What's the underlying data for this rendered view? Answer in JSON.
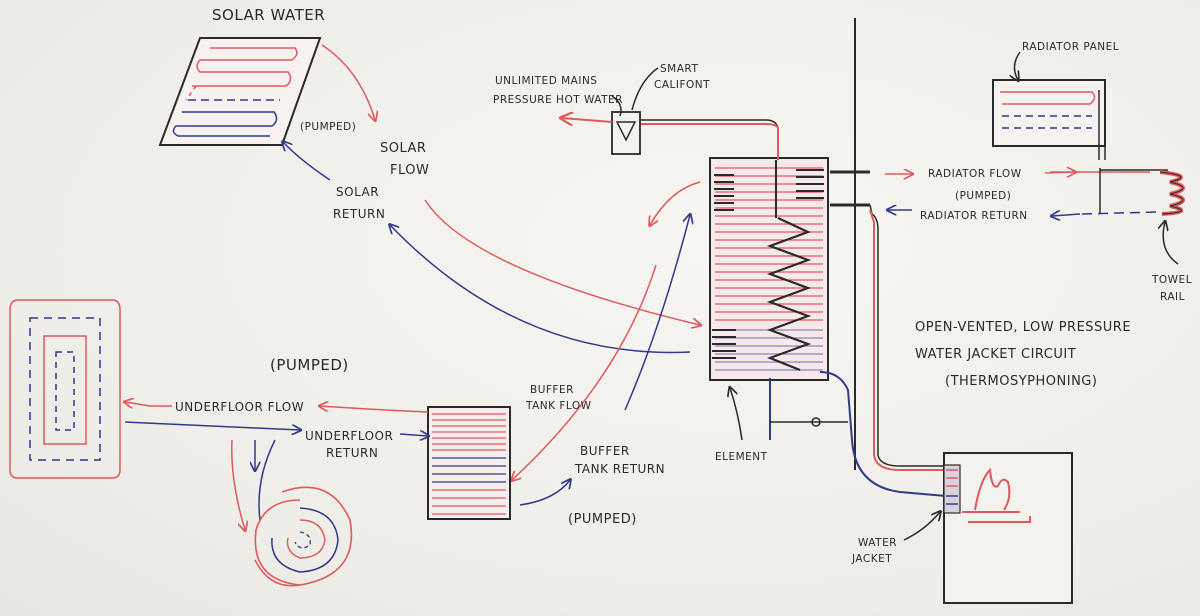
{
  "labels": {
    "solar_water": "SOLAR WATER",
    "pumped_solar": "(PUMPED)",
    "solar_flow_1": "SOLAR",
    "solar_flow_2": "FLOW",
    "solar_return_1": "SOLAR",
    "solar_return_2": "RETURN",
    "unlimited_mains_1": "UNLIMITED MAINS",
    "unlimited_mains_2": "PRESSURE HOT WATER",
    "smart_califont_1": "SMART",
    "smart_califont_2": "CALIFONT",
    "radiator_panel": "RADIATOR PANEL",
    "radiator_flow": "RADIATOR FLOW",
    "radiator_pumped": "(PUMPED)",
    "radiator_return": "RADIATOR RETURN",
    "towel_rail_1": "TOWEL",
    "towel_rail_2": "RAIL",
    "open_vented_1": "OPEN-VENTED, LOW PRESSURE",
    "open_vented_2": "WATER JACKET CIRCUIT",
    "open_vented_3": "(THERMOSYPHONING)",
    "pumped_underfloor": "(PUMPED)",
    "underfloor_flow": "UNDERFLOOR FLOW",
    "underfloor_return_1": "UNDERFLOOR",
    "underfloor_return_2": "RETURN",
    "buffer_flow_1": "BUFFER",
    "buffer_flow_2": "TANK FLOW",
    "buffer_return_1": "BUFFER",
    "buffer_return_2": "TANK RETURN",
    "pumped_buffer": "(PUMPED)",
    "element": "ELEMENT",
    "water_jacket_1": "WATER",
    "water_jacket_2": "JACKET"
  },
  "colors": {
    "hot": "#e0595d",
    "cold": "#2f3a8a",
    "ink": "#2a2a2a"
  }
}
